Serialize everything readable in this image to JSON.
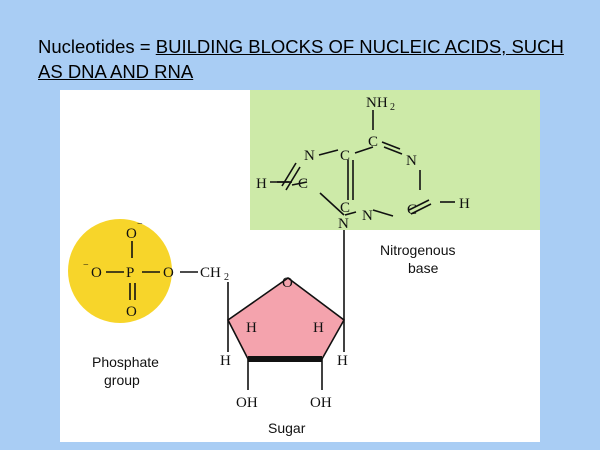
{
  "slide": {
    "title_prefix": "Nucleotides = ",
    "title_underlined": "BUILDING BLOCKS OF NUCLEIC ACIDS, SUCH AS DNA AND RNA"
  },
  "diagram": {
    "phosphate": {
      "label_line1": "Phosphate",
      "label_line2": "group",
      "fill_color": "#f7d52a",
      "atoms": {
        "p": "P",
        "o_top": "O",
        "o_left": "O",
        "o_right": "O",
        "o_bottom": "O",
        "minus": "−",
        "ch2": "CH",
        "ch2_sub": "2"
      }
    },
    "sugar": {
      "label": "Sugar",
      "fill_color": "#f4a3ad",
      "atoms": {
        "o_ring": "O",
        "h1": "H",
        "h2": "H",
        "h3": "H",
        "h4": "H",
        "oh1": "OH",
        "oh2": "OH"
      }
    },
    "base": {
      "label_line1": "Nitrogenous",
      "label_line2": "base",
      "fill_color": "#cdeaa8",
      "atoms": {
        "nh2": "NH",
        "nh2_sub": "2",
        "h_left": "H",
        "h_right": "H",
        "n": "N",
        "c": "C"
      }
    }
  }
}
